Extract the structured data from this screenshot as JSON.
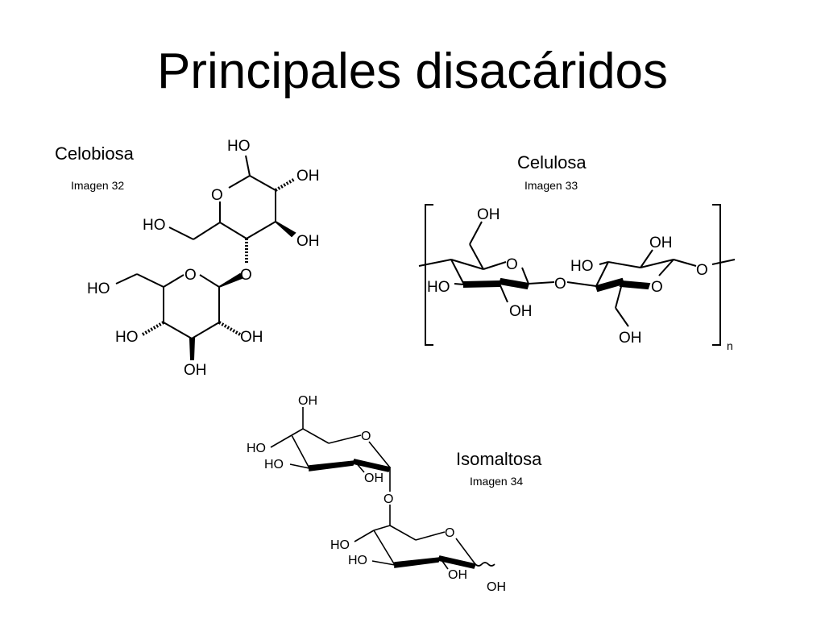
{
  "slide": {
    "title": "Principales disacáridos"
  },
  "molecules": [
    {
      "name": "Celobiosa",
      "caption": "Imagen 32",
      "atoms": {
        "ho_top": "HO",
        "oh_right": "OH",
        "o_ring_top": "O",
        "ho_left": "HO",
        "oh_right2": "OH",
        "o_link": "O",
        "o_ring_bottom": "O",
        "ho_bottom_left": "HO",
        "ho_bottom": "HO",
        "oh_bottom_right": "OH",
        "oh_bottom": "OH"
      }
    },
    {
      "name": "Celulosa",
      "caption": "Imagen 33",
      "atoms": {
        "oh_ch2_top": "OH",
        "o_ring1": "O",
        "ho_left": "HO",
        "oh_bottom1": "OH",
        "o_link": "O",
        "ho_ring2": "HO",
        "oh_top2": "OH",
        "o_ring2": "O",
        "o_end": "O",
        "oh_ch2_bottom": "OH",
        "subscript": "n"
      }
    },
    {
      "name": "Isomaltosa",
      "caption": "Imagen 34",
      "atoms": {
        "oh_top": "OH",
        "o_ring_top": "O",
        "ho_1": "HO",
        "ho_2": "HO",
        "oh_anomeric_top": "OH",
        "o_link": "O",
        "o_ring_bottom": "O",
        "ho_3": "HO",
        "ho_4": "HO",
        "oh_5": "OH",
        "oh_6": "OH"
      }
    }
  ]
}
